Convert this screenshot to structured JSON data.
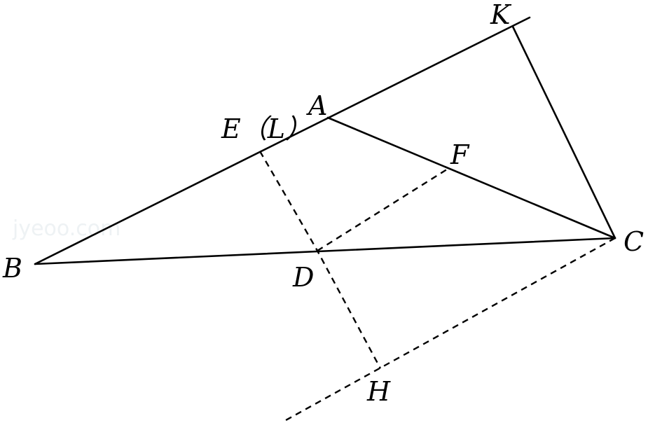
{
  "diagram": {
    "watermark": "jyeoo.com",
    "labels": {
      "K": "K",
      "A": "A",
      "E_L": "E（L）",
      "F": "F",
      "B": "B",
      "C": "C",
      "D": "D",
      "H": "H"
    }
  }
}
